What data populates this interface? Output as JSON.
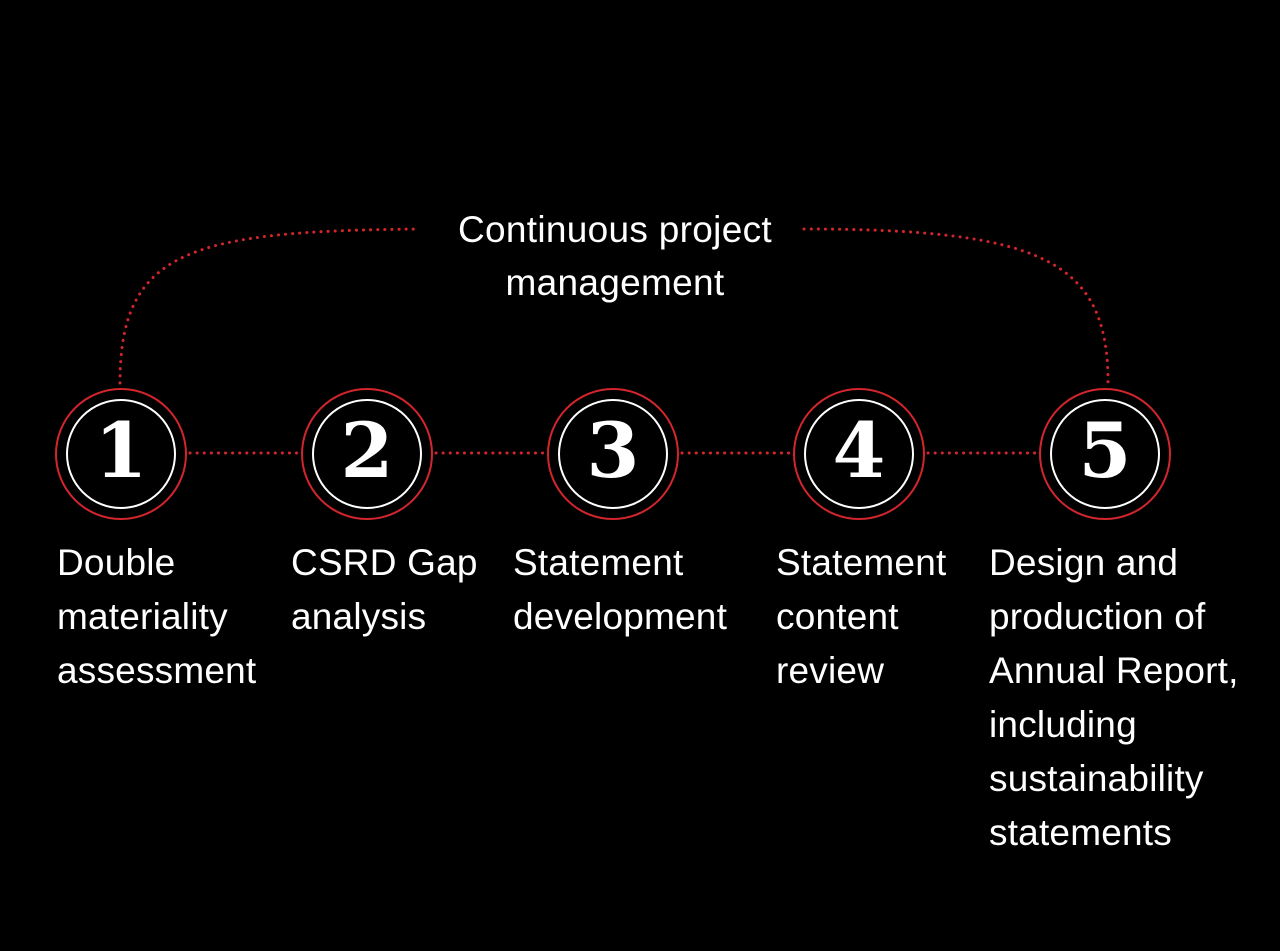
{
  "colors": {
    "background": "#000000",
    "accent": "#d2262c",
    "text": "#ffffff"
  },
  "cycle_label": "Continuous project\nmanagement",
  "steps": [
    {
      "number": "1",
      "label": "Double\nmateriality\nassessment"
    },
    {
      "number": "2",
      "label": "CSRD Gap\nanalysis"
    },
    {
      "number": "3",
      "label": "Statement\ndevelopment"
    },
    {
      "number": "4",
      "label": "Statement\ncontent\nreview"
    },
    {
      "number": "5",
      "label": "Design and\nproduction of\nAnnual Report,\nincluding\nsustainability\nstatements"
    }
  ]
}
